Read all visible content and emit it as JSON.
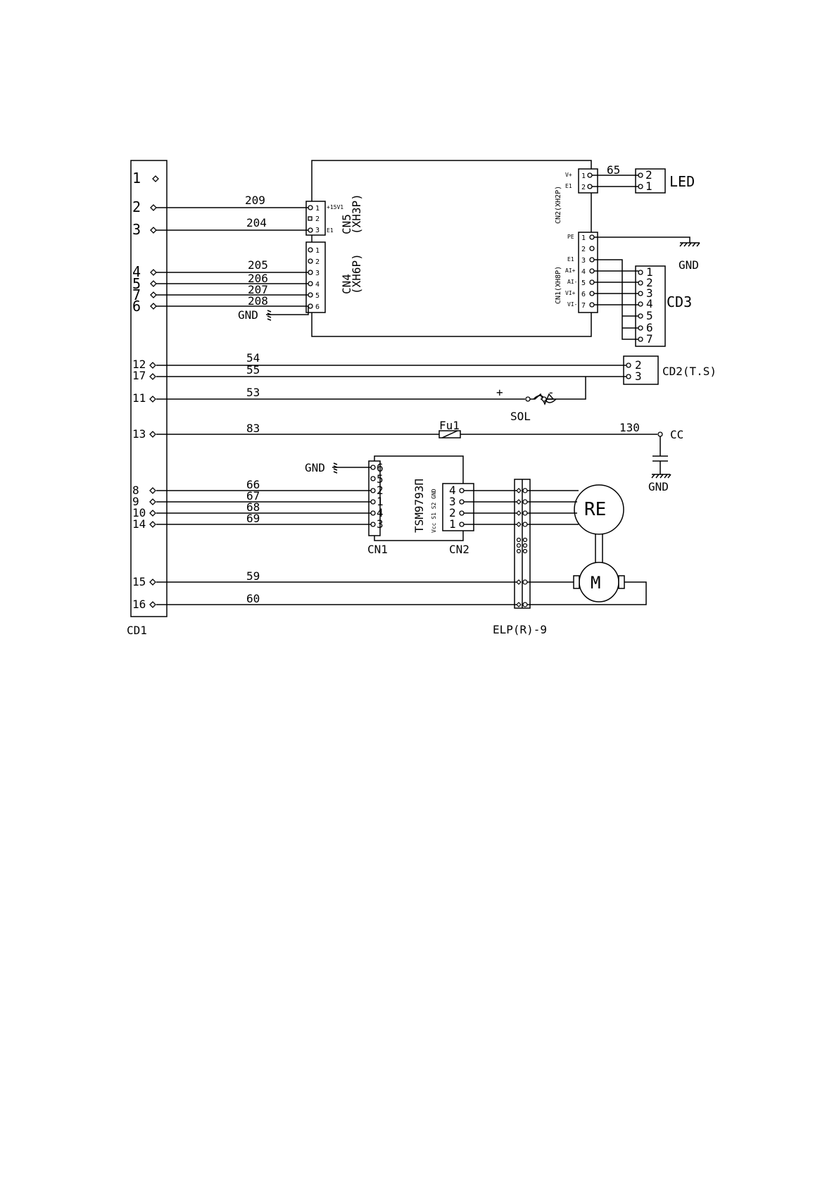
{
  "cd1": {
    "label": "CD1",
    "pins": [
      "1",
      "2",
      "3",
      "4",
      "5",
      "7",
      "6",
      "12",
      "17",
      "11",
      "13",
      "8",
      "9",
      "10",
      "14",
      "15",
      "16"
    ]
  },
  "wires": [
    "209",
    "204",
    "205",
    "206",
    "207",
    "208",
    "54",
    "55",
    "53",
    "83",
    "130",
    "66",
    "67",
    "68",
    "69",
    "59",
    "60",
    "65"
  ],
  "cn5": {
    "label": "CN5",
    "type": "(XH3P)",
    "pins": [
      "1",
      "2",
      "3"
    ],
    "tags": [
      "+15V1",
      "E1"
    ]
  },
  "cn4": {
    "label": "CN4",
    "type": "(XH6P)",
    "pins": [
      "1",
      "2",
      "3",
      "4",
      "5",
      "6"
    ]
  },
  "cn2_board": {
    "label": "CN2(XH2P)",
    "pins": [
      "1",
      "2"
    ],
    "tags": [
      "V+",
      "E1"
    ]
  },
  "cn1_board": {
    "label": "CN1(XH8P)",
    "pins": [
      "1",
      "2",
      "3",
      "4",
      "5",
      "6",
      "7"
    ],
    "tags": [
      "PE",
      "E1",
      "AI+",
      "AI-",
      "VI+",
      "VI-"
    ]
  },
  "led": {
    "label": "LED",
    "pins": [
      "2",
      "1"
    ]
  },
  "cd3": {
    "label": "CD3",
    "pins": [
      "1",
      "2",
      "3",
      "4",
      "5",
      "6",
      "7"
    ]
  },
  "cd2": {
    "label": "CD2(T.S)",
    "pins": [
      "2",
      "3"
    ]
  },
  "sol": {
    "label": "SOL",
    "plus": "+",
    "minus": "-"
  },
  "fuse": {
    "label": "Fu1"
  },
  "cc": {
    "label": "CC"
  },
  "gnd": {
    "label": "GND"
  },
  "tsm": {
    "label": "TSM9793Π",
    "sublabel": "Vcc S1 S2 GND",
    "cn1_label": "CN1",
    "cn2_label": "CN2",
    "cn1_pins": [
      "6",
      "5",
      "2",
      "1",
      "4",
      "3"
    ],
    "cn2_pins": [
      "4",
      "3",
      "2",
      "1"
    ]
  },
  "elp": {
    "label": "ELP(R)-9"
  },
  "re": {
    "label": "RE"
  },
  "motor": {
    "label": "M"
  }
}
